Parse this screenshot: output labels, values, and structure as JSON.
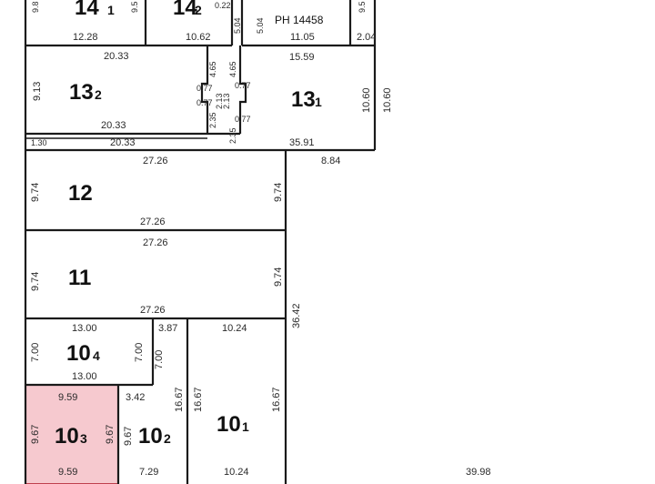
{
  "plan": {
    "plan_reference": "PH 14458",
    "highlight_color": "#f6c9cf",
    "highlight_stroke": "#c0404e",
    "lots": {
      "l14_1": {
        "num": "14",
        "sub": "1",
        "dims": [
          "12.28"
        ]
      },
      "l14_2": {
        "num": "14",
        "sub": "2",
        "dims": [
          "10.62",
          "0.22",
          "5.04",
          "5.04"
        ]
      },
      "l14_top": {
        "dims": [
          "11.05",
          "2.04"
        ]
      },
      "l13_2": {
        "num": "13",
        "sub": "2",
        "dims": [
          "20.33",
          "9.13",
          "20.33"
        ]
      },
      "l13_1": {
        "num": "13",
        "sub": "1",
        "dims": [
          "15.59",
          "10.60",
          "10.60",
          "35.91"
        ]
      },
      "jog": {
        "dims": [
          "4.65",
          "4.65",
          "0.77",
          "0.77",
          "2.13",
          "2.13",
          "0.77",
          "0.77",
          "2.35",
          "2.35"
        ]
      },
      "row13_base": {
        "dims": [
          "1.30",
          "20.33"
        ]
      },
      "l12": {
        "num": "12",
        "dims": [
          "27.26",
          "9.74",
          "27.26",
          "9.74"
        ]
      },
      "l11": {
        "num": "11",
        "dims": [
          "27.26",
          "9.74",
          "27.26",
          "9.74"
        ]
      },
      "l10_4": {
        "num": "10",
        "sub": "4",
        "dims": [
          "13.00",
          "7.00",
          "13.00",
          "7.00"
        ]
      },
      "l10_3": {
        "num": "10",
        "sub": "3",
        "dims": [
          "9.59",
          "9.67",
          "9.67",
          "9.59"
        ]
      },
      "l10_2": {
        "num": "10",
        "sub": "2",
        "dims": [
          "3.87",
          "7.00",
          "3.42",
          "16.67",
          "9.67",
          "7.29"
        ]
      },
      "l10_1": {
        "num": "10",
        "sub": "1",
        "dims": [
          "10.24",
          "16.67",
          "16.67",
          "10.24"
        ]
      },
      "east": {
        "dims": [
          "8.84",
          "36.42",
          "39.98"
        ]
      },
      "clipped_top": {
        "dims": [
          "9.8",
          "9.5",
          "9.5"
        ]
      }
    }
  }
}
